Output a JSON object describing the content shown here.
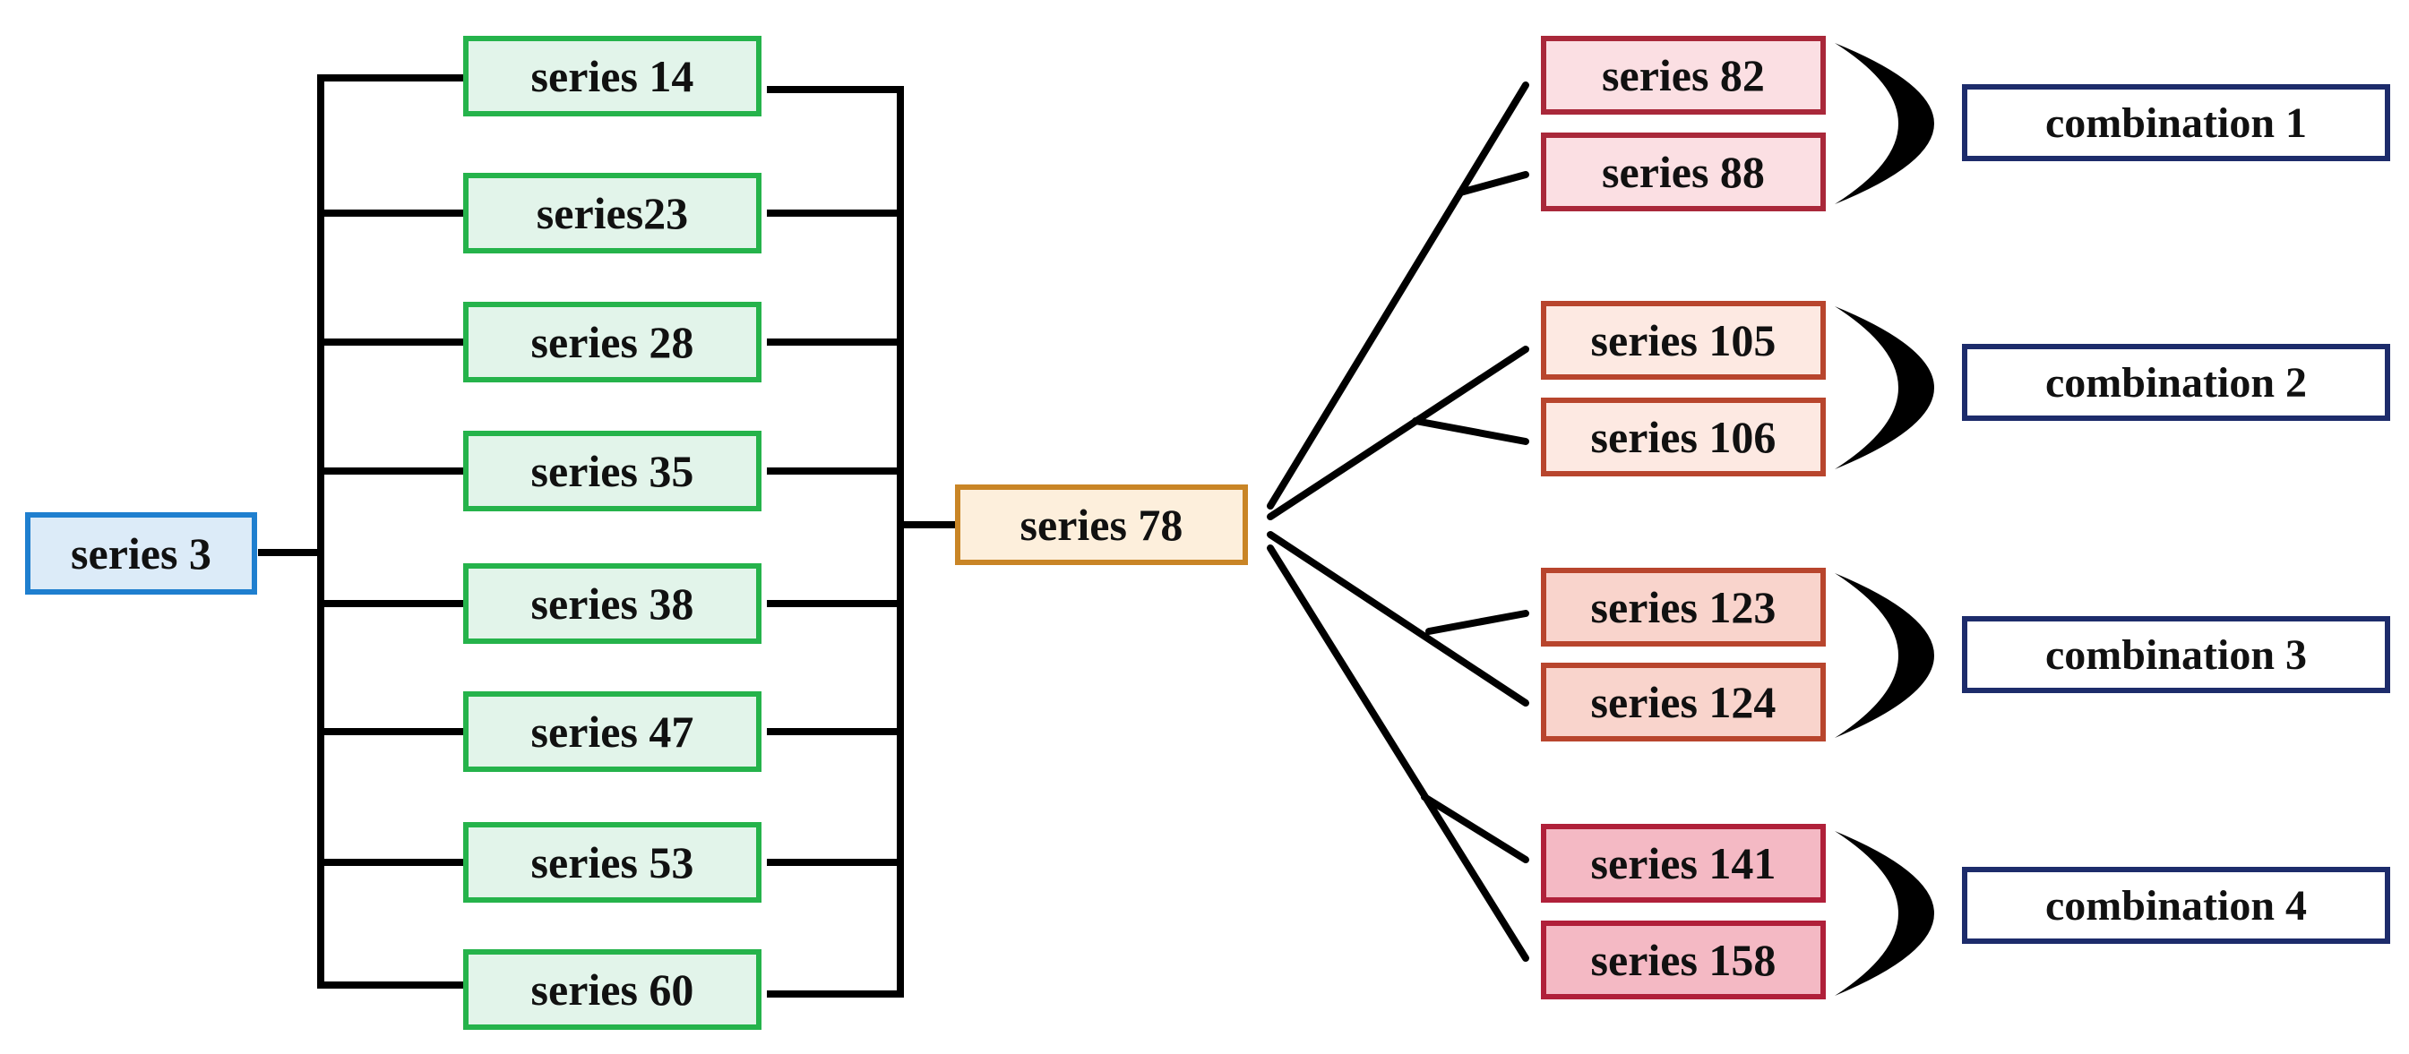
{
  "root": {
    "label": "series 3"
  },
  "middle": [
    {
      "label": "series 14"
    },
    {
      "label": "series23"
    },
    {
      "label": "series 28"
    },
    {
      "label": "series 35"
    },
    {
      "label": "series 38"
    },
    {
      "label": "series 47"
    },
    {
      "label": "series 53"
    },
    {
      "label": "series 60"
    }
  ],
  "hub": {
    "label": "series 78"
  },
  "groups": [
    {
      "leaves": [
        {
          "label": "series 82"
        },
        {
          "label": "series 88"
        }
      ],
      "combination": "combination 1"
    },
    {
      "leaves": [
        {
          "label": "series 105"
        },
        {
          "label": "series 106"
        }
      ],
      "combination": "combination 2"
    },
    {
      "leaves": [
        {
          "label": "series 123"
        },
        {
          "label": "series 124"
        }
      ],
      "combination": "combination 3"
    },
    {
      "leaves": [
        {
          "label": "series 141"
        },
        {
          "label": "series 158"
        }
      ],
      "combination": "combination 4"
    }
  ],
  "colors": {
    "root_border": "#1f7fcf",
    "root_fill": "#dcebf8",
    "middle_border": "#25b34b",
    "middle_fill": "#e2f4ea",
    "hub_border": "#c98526",
    "hub_fill": "#fdefdc",
    "group_borders": [
      "#a9283a",
      "#b8452d",
      "#b8452d",
      "#b0203a"
    ],
    "group_fills": [
      "#fbdfe3",
      "#fde9e2",
      "#f9d4cc",
      "#f4b9c4"
    ],
    "combination_border": "#1d2c6b",
    "line": "#000000"
  }
}
